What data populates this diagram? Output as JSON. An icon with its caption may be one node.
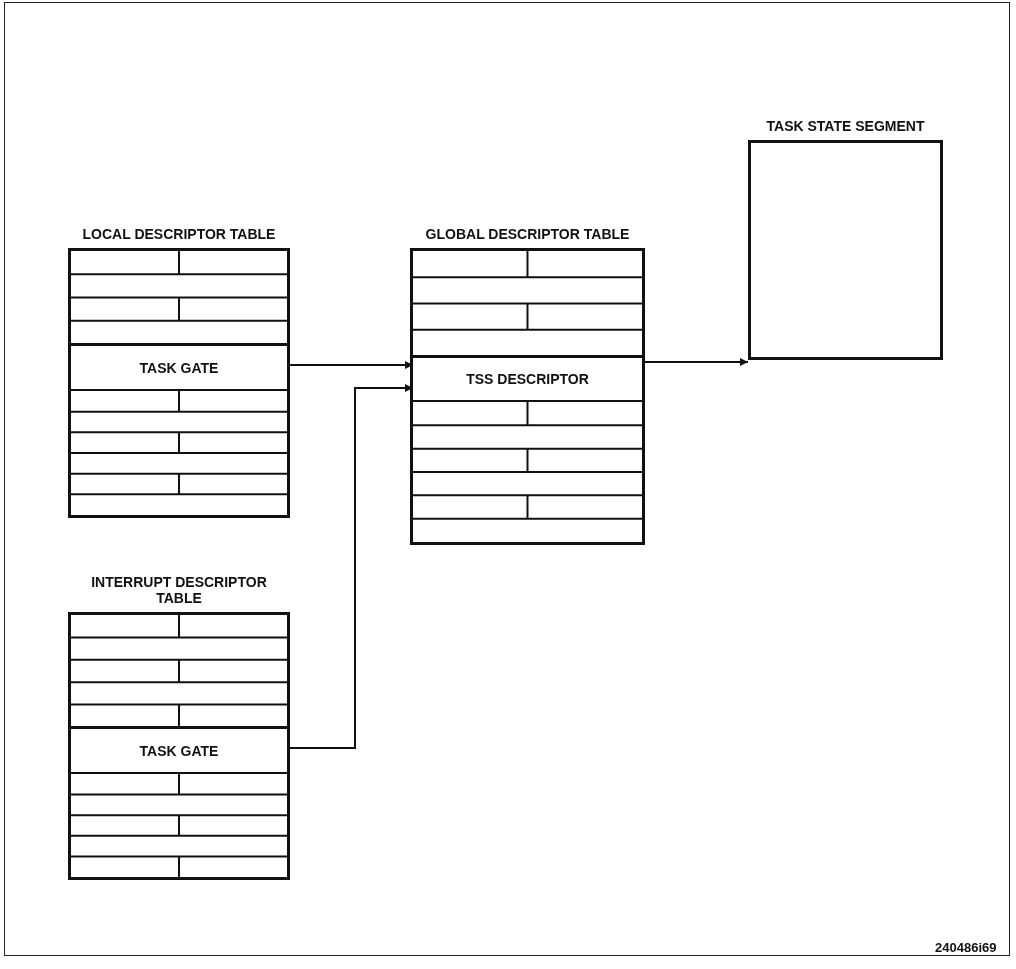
{
  "diagram": {
    "nodes": [
      {
        "text": [
          "LOCAL DESCRIPTOR TABLE"
        ]
      },
      {
        "text": [
          "TASK GATE"
        ],
        "in": 0
      },
      {
        "text": [
          "GLOBAL DESCRIPTOR TABLE"
        ]
      },
      {
        "text": [
          "TSS DESCRIPTOR"
        ],
        "in": 2
      },
      {
        "text": [
          "TASK STATE SEGMENT"
        ]
      },
      {
        "text": [
          "INTERRUPT DESCRIPTOR TABLE"
        ]
      },
      {
        "text": [
          "TASK GATE"
        ],
        "in": 5
      }
    ],
    "edges": [
      {
        "from": 1,
        "to": 3,
        "arrow": "to"
      },
      {
        "from": 6,
        "to": 3,
        "arrow": "to"
      },
      {
        "from": 3,
        "to": 4,
        "arrow": "to"
      }
    ],
    "labels": [
      "240486i69"
    ]
  }
}
